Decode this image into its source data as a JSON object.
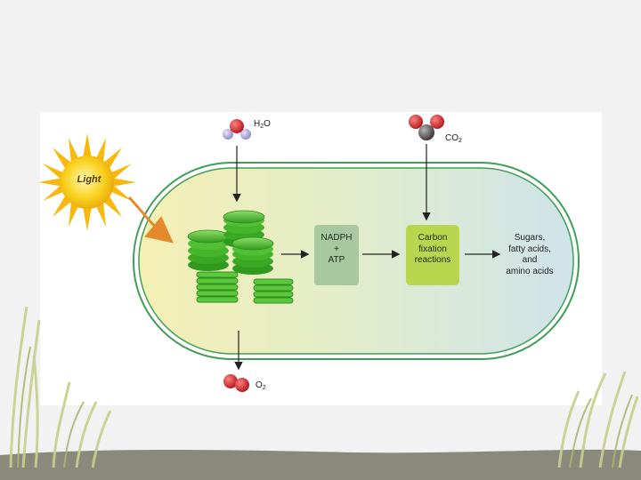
{
  "diagram": {
    "light_label": "Light",
    "inputs": {
      "water": {
        "symbol": "H",
        "sub": "2",
        "suffix": "O"
      },
      "carbon_dioxide": {
        "symbol": "CO",
        "sub": "2"
      }
    },
    "outputs": {
      "oxygen": {
        "symbol": "O",
        "sub": "2"
      }
    },
    "nadph_box": {
      "line1": "NADPH",
      "line2": "+",
      "line3": "ATP"
    },
    "carbon_box": {
      "line1": "Carbon",
      "line2": "fixation",
      "line3": "reactions"
    },
    "products": {
      "line1": "Sugars,",
      "line2": "fatty acids,",
      "line3": "and",
      "line4": "amino acids"
    }
  },
  "colors": {
    "sun": "#f7c30d",
    "grana": "#4dbb2a",
    "box_nadph": "#a8c8a0",
    "box_carbon": "#b9d64e",
    "oxygen_atom": "#d4232a",
    "hydrogen_atom": "#b0a7d8",
    "carbon_atom": "#555555",
    "arrow": "#222222"
  }
}
